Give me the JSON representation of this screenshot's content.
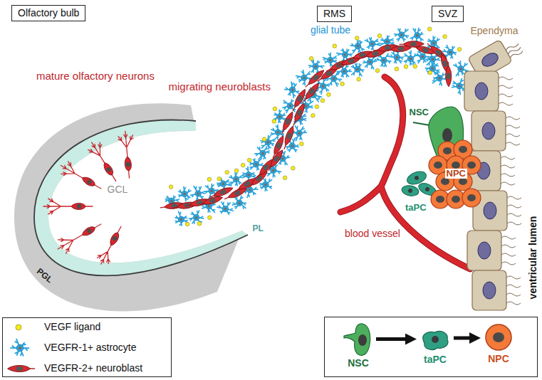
{
  "diagram": {
    "nodes": [
      {
        "text": [
          "Olfactory bulb"
        ]
      },
      {
        "text": [
          "RMS"
        ]
      },
      {
        "text": [
          "SVZ"
        ]
      },
      {
        "text": [
          "NSC"
        ]
      },
      {
        "text": [
          "taPC"
        ]
      },
      {
        "text": [
          "NPC"
        ]
      }
    ],
    "edges": [
      {
        "from": 3,
        "to": 4,
        "arrow": "to"
      },
      {
        "from": 4,
        "to": 5,
        "arrow": "to"
      }
    ],
    "labels": [
      "glial tube",
      "Ependyma",
      "migrating neuroblasts",
      "mature olfactory neurons",
      "NSC",
      "GCL",
      "taPC",
      "NPC",
      "PGL",
      "PL",
      "blood vessel",
      "ventricular lumen"
    ],
    "legend": [
      {
        "text": "VEGF ligand"
      },
      {
        "text": "VEGFR-1+ astrocyte"
      },
      {
        "text": "VEGFR-2+ neuroblast"
      }
    ]
  }
}
